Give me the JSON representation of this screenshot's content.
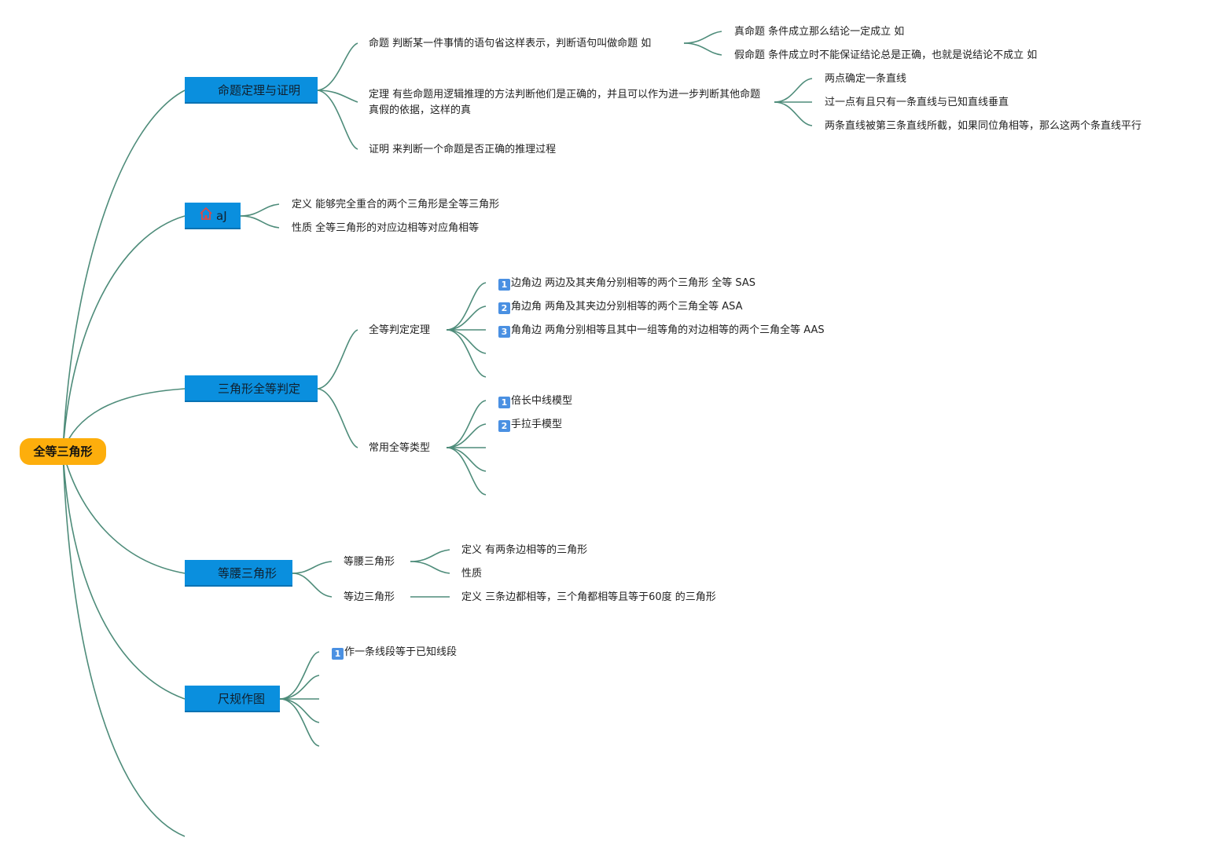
{
  "root": {
    "label": "全等三角形"
  },
  "branches": {
    "b1": {
      "label": "命题定理与证明",
      "items": [
        "命题 判断某一件事情的语句省这样表示，判断语句叫做命题 如",
        "定理 有些命题用逻辑推理的方法判断他们是正确的，并且可以作为进一步判断其他命题真假的依据，这样的真",
        "证明 来判断一个命题是否正确的推理过程"
      ],
      "proposition_children": [
        "真命题 条件成立那么结论一定成立 如",
        "假命题 条件成立时不能保证结论总是正确，也就是说结论不成立 如"
      ],
      "theorem_children": [
        "两点确定一条直线",
        "过一点有且只有一条直线与已知直线垂直",
        "两条直线被第三条直线所截，如果同位角相等，那么这两个条直线平行"
      ]
    },
    "b2": {
      "label": "aJ",
      "items": [
        "定义 能够完全重合的两个三角形是全等三角形",
        "性质 全等三角形的对应边相等对应角相等"
      ]
    },
    "b3": {
      "label": "三角形全等判定",
      "sub1": {
        "label": "全等判定定理",
        "items": [
          {
            "key": "1",
            "text": "边角边 两边及其夹角分别相等的两个三角形 全等 SAS"
          },
          {
            "key": "2",
            "text": "角边角 两角及其夹边分别相等的两个三角全等 ASA"
          },
          {
            "key": "3",
            "text": "角角边 两角分别相等且其中一组等角的对边相等的两个三角全等 AAS"
          }
        ]
      },
      "sub2": {
        "label": "常用全等类型",
        "items": [
          {
            "key": "1",
            "text": "倍长中线模型"
          },
          {
            "key": "2",
            "text": "手拉手模型"
          }
        ]
      }
    },
    "b4": {
      "label": "等腰三角形",
      "isosceles": {
        "label": "等腰三角形",
        "items": [
          "定义 有两条边相等的三角形",
          "性质"
        ]
      },
      "equilateral": {
        "label": "等边三角形",
        "items": [
          "定义 三条边都相等，三个角都相等且等于60度 的三角形"
        ]
      }
    },
    "b5": {
      "label": "尺规作图",
      "items": [
        {
          "key": "1",
          "text": "作一条线段等于已知线段"
        }
      ]
    }
  },
  "colors": {
    "root": "#FDAE0C",
    "main": "#0A8FDE",
    "link": "#4E8C7A",
    "keycap": "#4A90E2",
    "house": "#D94A4A"
  },
  "icons": {
    "b2": "home-icon",
    "keycap": "keycap-number-icon"
  }
}
